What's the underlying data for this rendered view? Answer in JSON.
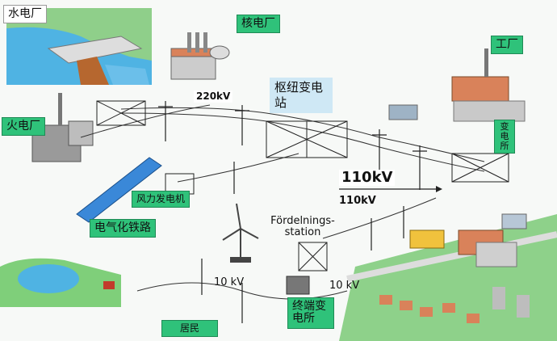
{
  "labels": {
    "hydro": "水电厂",
    "nuclear": "核电厂",
    "thermal": "火电厂",
    "factory": "工厂",
    "hub_substation": "枢纽变电站",
    "substation": "变电所",
    "wind": "风力发电机",
    "railway": "电气化铁路",
    "distribution": "Fördelnings-station",
    "terminal_substation": "终端变电所",
    "residents": "居民"
  },
  "voltages": {
    "v220": "220kV",
    "v110_big": "110kV",
    "v110_small": "110kV",
    "v10_left": "10 kV",
    "v10_right": "10 kV"
  },
  "colors": {
    "label_green": "#2fc27a",
    "hub_blue": "#cfe8f5",
    "water": "#4fb3e3",
    "grass": "#7fcf7a",
    "roof": "#d9825a"
  }
}
